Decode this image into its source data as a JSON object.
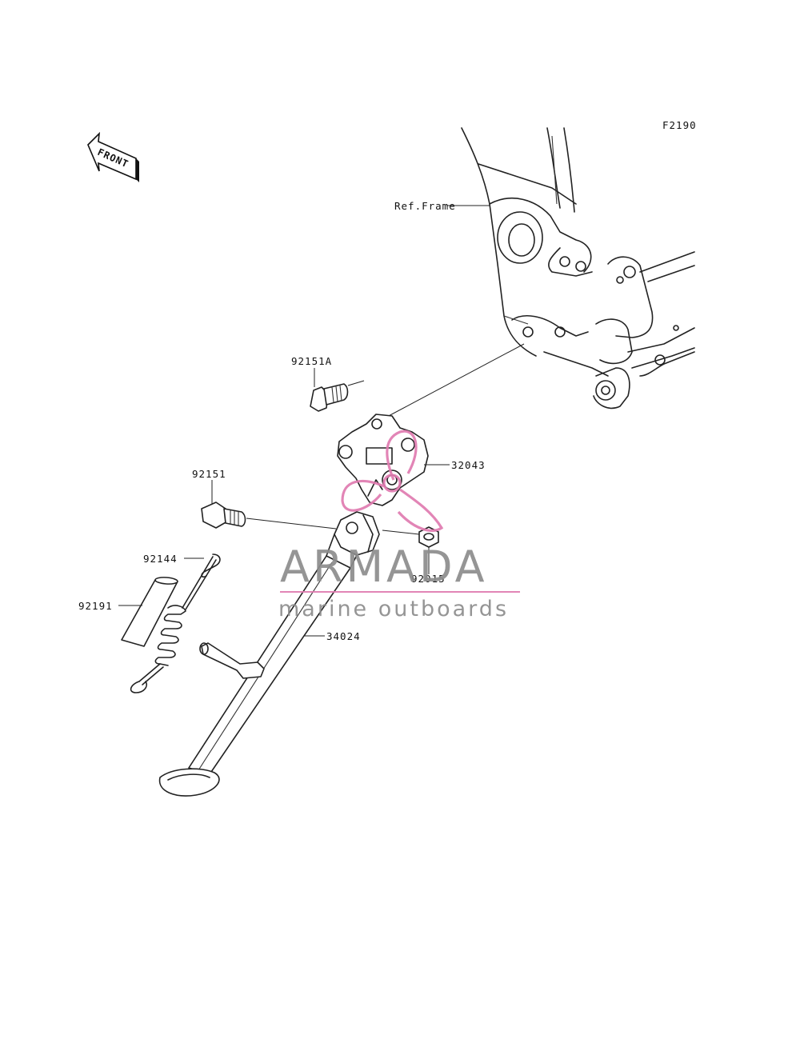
{
  "diagram_code": "F2190",
  "front_label": "FRONT",
  "frame_label": "Ref.Frame",
  "parts": {
    "bolt_upper": "92151A",
    "bracket": "32043",
    "bolt_lower": "92151",
    "nut": "92015",
    "spring": "92144",
    "cover": "92191",
    "stand": "34024"
  },
  "watermark": {
    "title": "ARMADA",
    "subtitle": "marine outboards",
    "logo_color": "#e07bb0",
    "text_color": "#8d8d8d"
  }
}
